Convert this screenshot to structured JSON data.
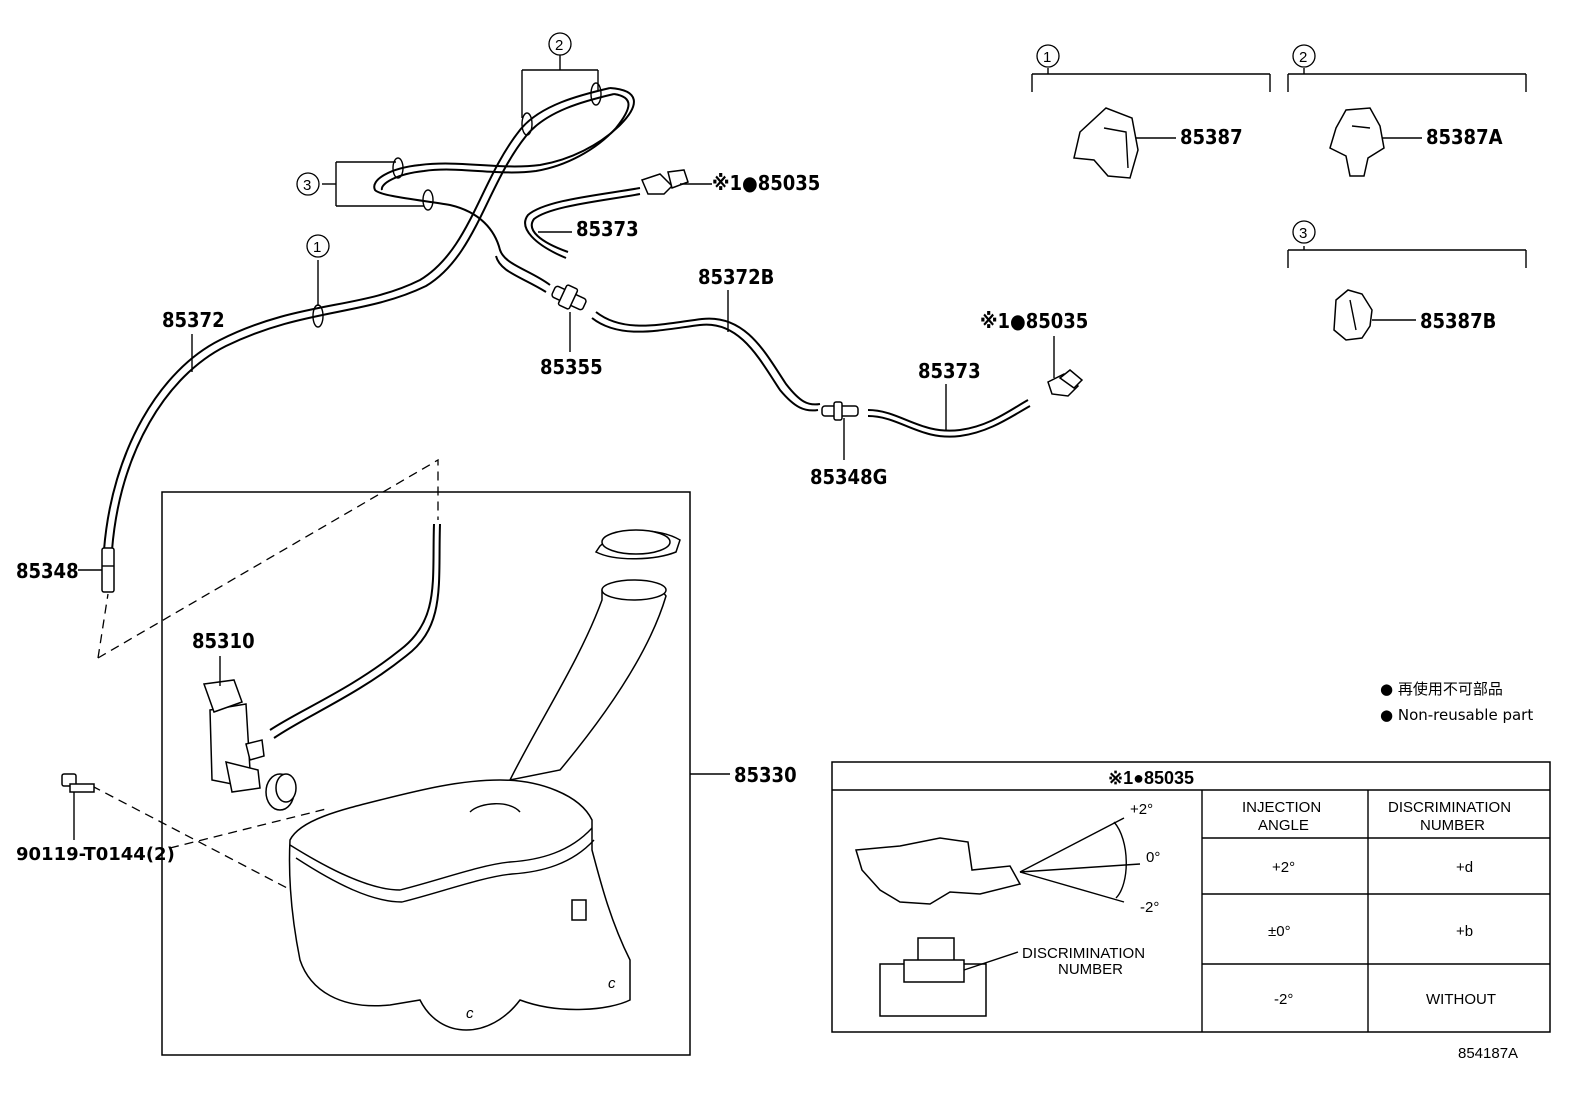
{
  "callouts": {
    "c1": "1",
    "c2": "2",
    "c3": "3"
  },
  "parts": {
    "p85372": "85372",
    "p85373_top": "85373",
    "p85035_top": "※1●85035",
    "p85355": "85355",
    "p85372B": "85372B",
    "p85035_mid": "※1●85035",
    "p85373_mid": "85373",
    "p85348G": "85348G",
    "p85348": "85348",
    "p85310": "85310",
    "p85330": "85330",
    "p90119": "90119-T0144(2)",
    "p85387": "85387",
    "p85387A": "85387A",
    "p85387B": "85387B"
  },
  "legend": {
    "line1": "● 再使用不可部品",
    "line2": "● Non-reusable part"
  },
  "table": {
    "title": "※1●85035",
    "col1_header_a": "INJECTION",
    "col1_header_b": "ANGLE",
    "col2_header_a": "DISCRIMINATION",
    "col2_header_b": "NUMBER",
    "rows": [
      {
        "angle": "+2°",
        "number": "+d"
      },
      {
        "angle": "±0°",
        "number": "+b"
      },
      {
        "angle": "-2°",
        "number": "WITHOUT"
      }
    ],
    "angle_labels": [
      "+2°",
      "0°",
      "-2°"
    ],
    "disc_label_a": "DISCRIMINATION",
    "disc_label_b": "NUMBER"
  },
  "figure_id": "854187A"
}
